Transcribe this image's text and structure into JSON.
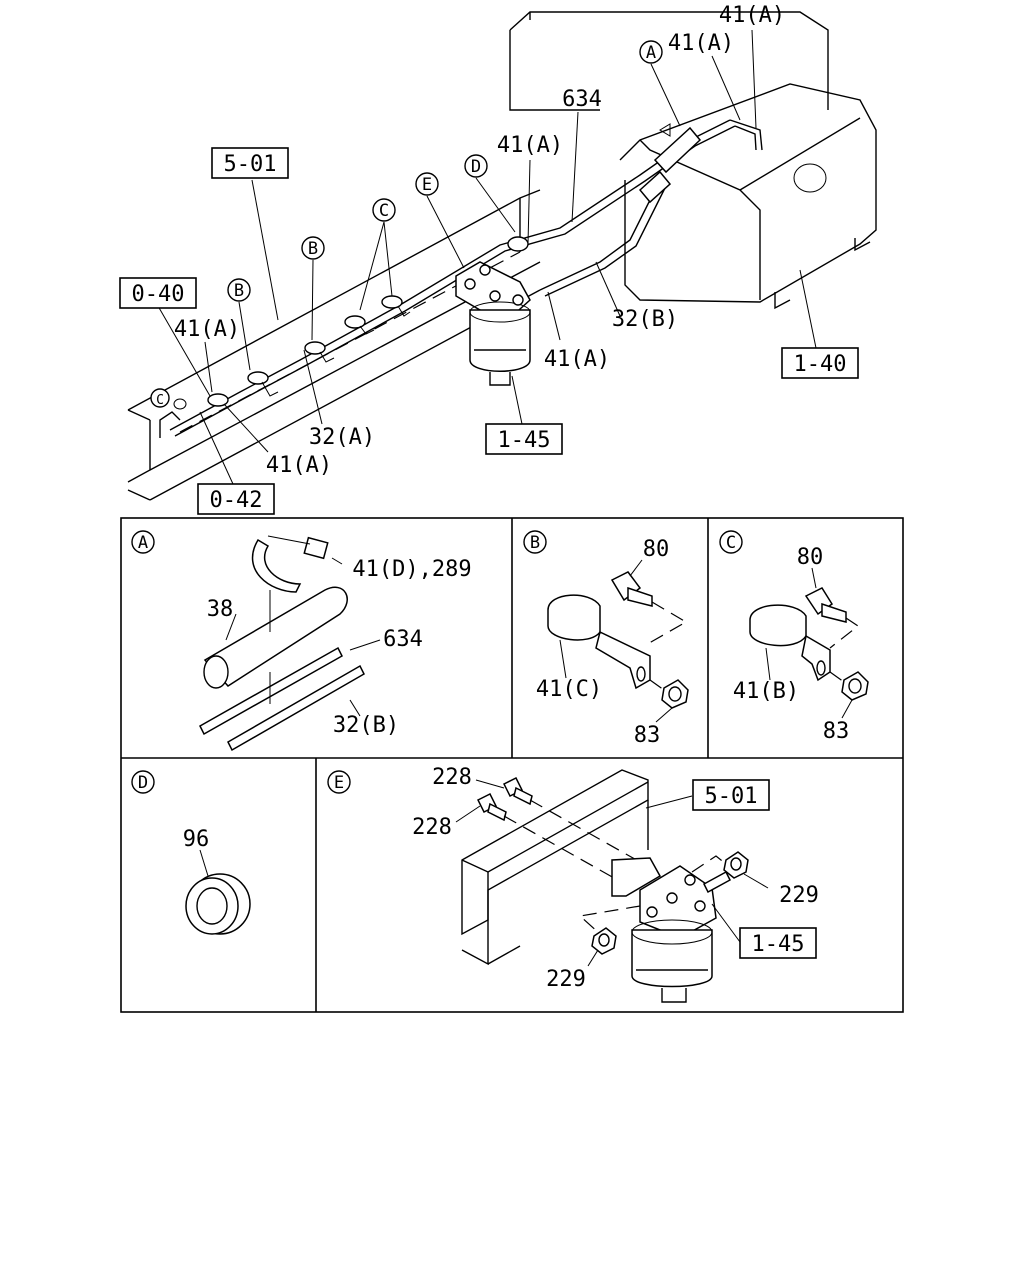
{
  "overview": {
    "ref_boxes": {
      "r501": "5-01",
      "r040": "0-40",
      "r042": "0-42",
      "r145": "1-45",
      "r140": "1-40"
    },
    "callouts": {
      "a": "A",
      "b1": "B",
      "b2": "B",
      "c1": "C",
      "c2": "C",
      "d": "D",
      "e": "E"
    },
    "labels": {
      "l41a_top": "41(A)",
      "l41a_top2": "41(A)",
      "l634": "634",
      "l41a_mid": "41(A)",
      "l41a_left": "41(A)",
      "l32a": "32(A)",
      "l41a_bottom": "41(A)",
      "l32b": "32(B)",
      "l41a_filter": "41(A)"
    }
  },
  "detail_a": {
    "letter": "A",
    "l41d": "41(D),289",
    "l38": "38",
    "l634": "634",
    "l32b": "32(B)"
  },
  "detail_b": {
    "letter": "B",
    "l80": "80",
    "l41c": "41(C)",
    "l83": "83"
  },
  "detail_c": {
    "letter": "C",
    "l80": "80",
    "l41b": "41(B)",
    "l83": "83"
  },
  "detail_d": {
    "letter": "D",
    "l96": "96"
  },
  "detail_e": {
    "letter": "E",
    "l228a": "228",
    "l228b": "228",
    "r501": "5-01",
    "l229a": "229",
    "r145": "1-45",
    "l229b": "229"
  }
}
